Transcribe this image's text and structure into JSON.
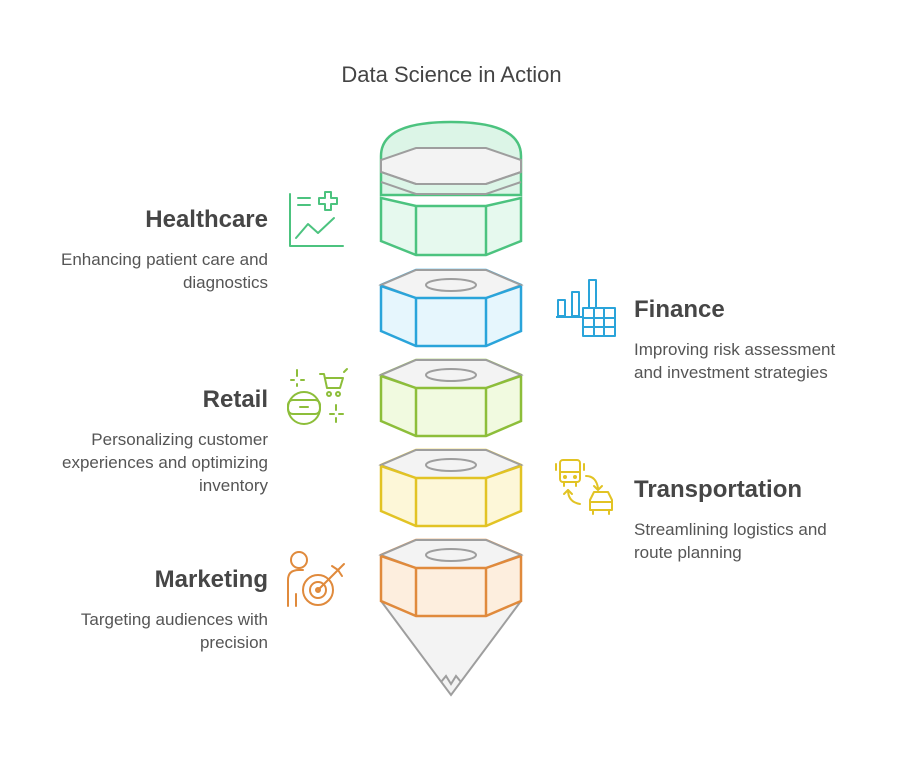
{
  "title": "Data Science in Action",
  "items": [
    {
      "heading": "Healthcare",
      "desc_lines": [
        "Enhancing patient care and",
        "diagnostics"
      ],
      "icon": "healthcare-chart-icon",
      "color": "#4cc37f"
    },
    {
      "heading": "Finance",
      "desc_lines": [
        "Improving risk assessment",
        "and investment strategies"
      ],
      "icon": "finance-chart-icon",
      "color": "#2aa4da"
    },
    {
      "heading": "Retail",
      "desc_lines": [
        "Personalizing customer",
        "experiences and optimizing",
        "inventory"
      ],
      "icon": "retail-vr-cart-icon",
      "color": "#8dbe3a"
    },
    {
      "heading": "Transportation",
      "desc_lines": [
        "Streamlining logistics and",
        "route planning"
      ],
      "icon": "transportation-bus-car-icon",
      "color": "#e2c324"
    },
    {
      "heading": "Marketing",
      "desc_lines": [
        "Targeting audiences with",
        "precision"
      ],
      "icon": "marketing-target-icon",
      "color": "#e08a3c"
    }
  ]
}
